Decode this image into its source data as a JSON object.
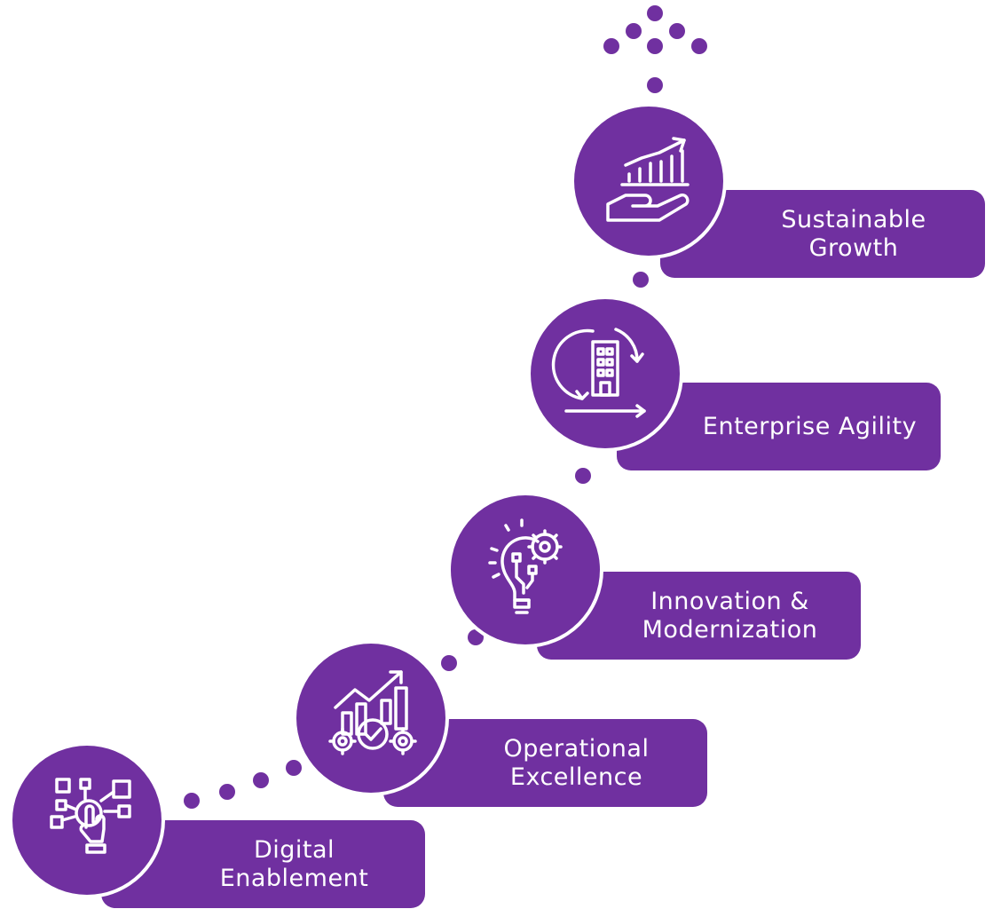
{
  "accent_color": "#7030a0",
  "steps": [
    {
      "label": "Digital\nEnablement",
      "icon": "touch-network-icon"
    },
    {
      "label": "Operational\nExcellence",
      "icon": "chart-gears-check-icon"
    },
    {
      "label": "Innovation &\nModernization",
      "icon": "lightbulb-gear-icon"
    },
    {
      "label": "Enterprise Agility",
      "icon": "building-cycle-icon"
    },
    {
      "label": "Sustainable\nGrowth",
      "icon": "hand-growth-chart-icon"
    }
  ]
}
